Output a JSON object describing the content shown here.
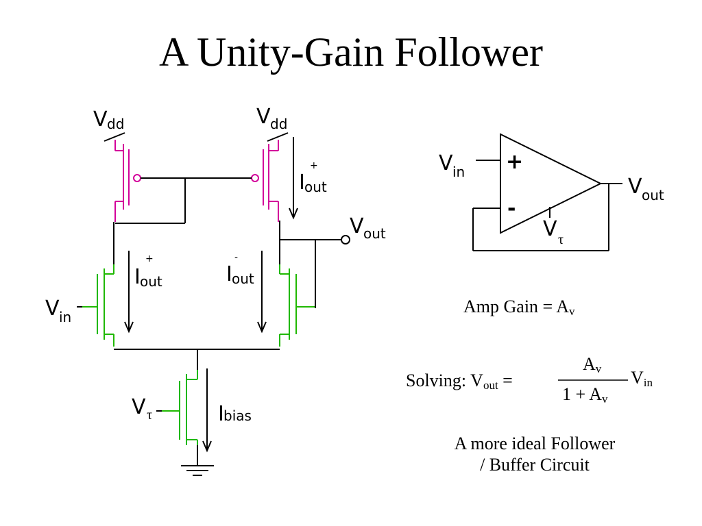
{
  "slide": {
    "title": "A Unity-Gain Follower"
  },
  "circuit_labels": {
    "vdd_main": "V",
    "vdd_sub": "dd",
    "vin_main": "V",
    "vin_sub": "in",
    "vout_main": "V",
    "vout_sub": "out",
    "vtau_main": "V",
    "vtau_sub": "τ",
    "i_main": "I",
    "i_out_sub": "out",
    "i_bias_sub": "bias",
    "plus": "+",
    "minus": "-"
  },
  "opamp_labels": {
    "vin_main": "V",
    "vin_sub": "in",
    "vout_main": "V",
    "vout_sub": "out",
    "vtau_main": "V",
    "vtau_sub": "τ",
    "plus": "+",
    "minus": "-"
  },
  "equations": {
    "gain_prefix": "Amp Gain = A",
    "gain_sub": "v",
    "solving_prefix": "Solving: V",
    "solving_sub": "out",
    "equals": " =",
    "num_main": "A",
    "num_sub": "v",
    "den_main": "1 + A",
    "den_sub": "v",
    "rhs_main": "V",
    "rhs_sub": "in"
  },
  "caption": {
    "line1": "A more ideal Follower",
    "line2": "/ Buffer Circuit"
  },
  "colors": {
    "pmos": "#d3009a",
    "nmos": "#1fb800",
    "wire": "#000000"
  }
}
